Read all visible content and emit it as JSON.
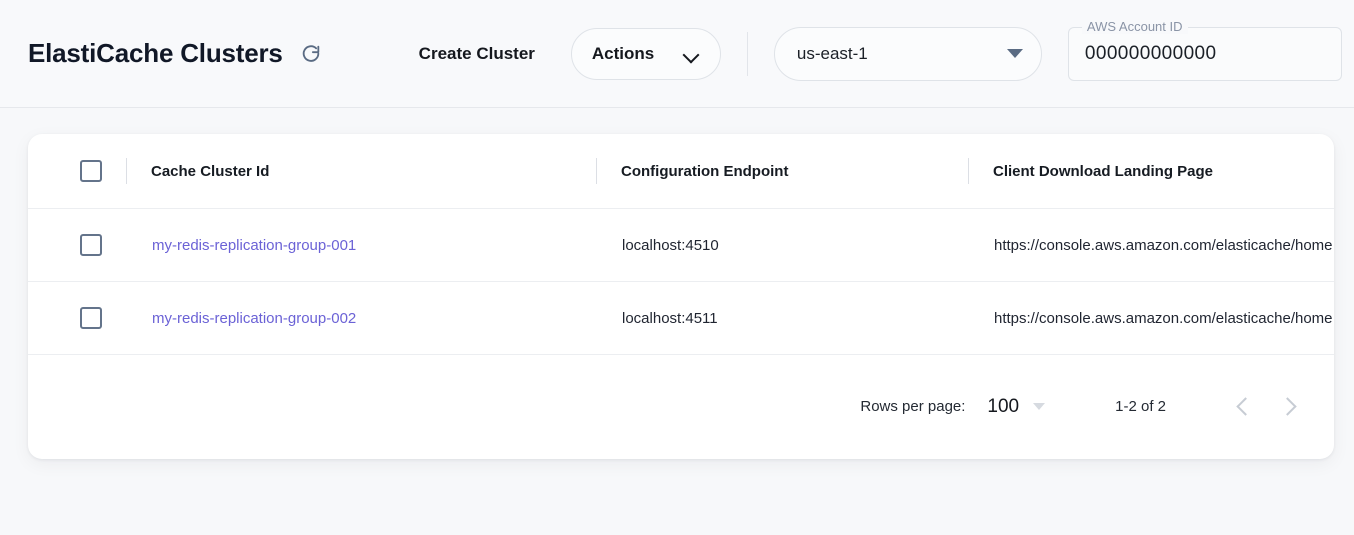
{
  "header": {
    "title": "ElastiCache Clusters",
    "refresh_icon": "refresh-icon",
    "create_cluster_label": "Create Cluster",
    "actions_label": "Actions",
    "actions_caret_icon": "chevron-down-icon",
    "region": {
      "value": "us-east-1",
      "caret_icon": "caret-down-icon"
    },
    "account": {
      "label": "AWS Account ID",
      "value": "000000000000"
    }
  },
  "table": {
    "columns": [
      {
        "key": "select",
        "label": ""
      },
      {
        "key": "cache_cluster_id",
        "label": "Cache Cluster Id"
      },
      {
        "key": "configuration_endpoint",
        "label": "Configuration Endpoint"
      },
      {
        "key": "client_download_landing_page",
        "label": "Client Download Landing Page"
      }
    ],
    "rows": [
      {
        "cache_cluster_id": "my-redis-replication-group-001",
        "configuration_endpoint": "localhost:4510",
        "client_download_landing_page": "https://console.aws.amazon.com/elasticache/home"
      },
      {
        "cache_cluster_id": "my-redis-replication-group-002",
        "configuration_endpoint": "localhost:4511",
        "client_download_landing_page": "https://console.aws.amazon.com/elasticache/home"
      }
    ]
  },
  "pagination": {
    "rows_per_page_label": "Rows per page:",
    "rows_per_page_value": "100",
    "range_label": "1-2 of 2",
    "prev_icon": "chevron-left-icon",
    "next_icon": "chevron-right-icon"
  },
  "colors": {
    "page_bg": "#f7f8fa",
    "card_bg": "#ffffff",
    "link": "#6b62d6",
    "text": "#1f2430",
    "muted": "#8a94a6",
    "border": "#dfe3e8",
    "icon_slate": "#5a6b83"
  }
}
